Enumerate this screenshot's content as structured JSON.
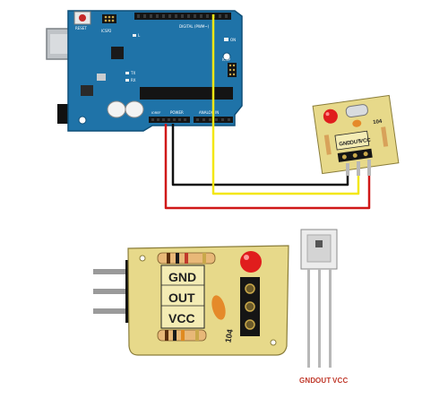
{
  "arduino": {
    "reset_label": "RESET",
    "icsp2_label": "ICSP2",
    "digital_header_label": "DIGITAL (PWM~)",
    "on_led_label": "ON",
    "tx_label": "TX",
    "rx_label": "RX",
    "l_label": "L",
    "icsp_label": "ICSP",
    "ioref_label": "IOREF",
    "power_label": "POWER",
    "analog_label": "ANALOG IN"
  },
  "small_module": {
    "gnd": "GND",
    "out": "OUT",
    "vcc": "VCC",
    "part_label": "104"
  },
  "large_module": {
    "gnd": "GND",
    "out": "OUT",
    "vcc": "VCC",
    "part_label": "104"
  },
  "receiver_pins": {
    "gnd": "GND",
    "out": "OUT",
    "vcc": "VCC"
  },
  "colors": {
    "board": "#1f73a8",
    "pcb": "#e7d98a",
    "wire_red": "#d01818",
    "wire_black": "#111111",
    "wire_yellow": "#f3e713",
    "pin_label": "#c0392b"
  }
}
